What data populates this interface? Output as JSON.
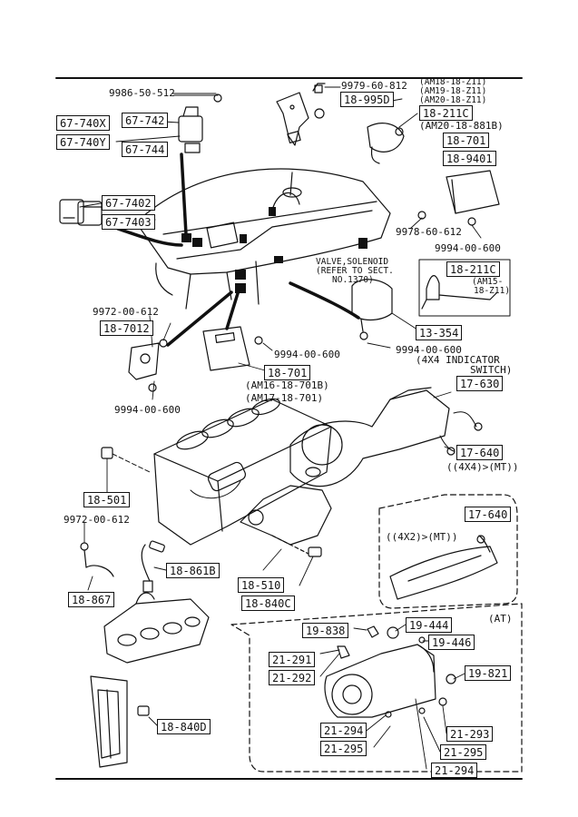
{
  "labels": {
    "p9986_50_512": "9986-50-512",
    "p9979_60_812": "9979-60-812",
    "am18": "(AM18-18-Z11)",
    "am19": "(AM19-18-Z11)",
    "am20z": "(AM20-18-Z11)",
    "p18_995D": "18-995D",
    "p18_211C_top": "18-211C",
    "am20_881B": "(AM20-18-881B)",
    "p18_701_top": "18-701",
    "p18_9401": "18-9401",
    "p67_740X": "67-740X",
    "p67_742": "67-742",
    "p67_740Y": "67-740Y",
    "p67_744": "67-744",
    "p67_7402": "67-7402",
    "p67_7403": "67-7403",
    "p9978_60_612": "9978-60-612",
    "p9994_00_600_a": "9994-00-600",
    "valve_l1": "VALVE,SOLENOID",
    "valve_l2": "(REFER TO SECT.",
    "valve_l3": "NO.1370)",
    "p18_211C_mid": "18-211C",
    "am15_l1": "(AM15-",
    "am15_l2": "18-Z11)",
    "p13_354": "13-354",
    "p9972_00_612_a": "9972-00-612",
    "p18_7012": "18-7012",
    "p9994_00_600_b": "9994-00-600",
    "p9994_00_600_c": "9994-00-600",
    "indicator_l1": "(4X4 INDICATOR",
    "indicator_l2": "SWITCH)",
    "p18_701_mid": "18-701",
    "am16": "(AM16-18-701B)",
    "am17": "(AM17-18-701)",
    "p9994_00_600_d": "9994-00-600",
    "p17_630": "17-630",
    "p17_640_a": "17-640",
    "fourbyfour": "((4X4)>(MT))",
    "p18_501": "18-501",
    "p9972_00_612_b": "9972-00-612",
    "p17_640_b": "17-640",
    "fourbytwo": "((4X2)>(MT))",
    "p18_861B": "18-861B",
    "p18_867": "18-867",
    "p18_510": "18-510",
    "p18_840C": "18-840C",
    "at": "(AT)",
    "p19_838": "19-838",
    "p19_444": "19-444",
    "p19_446": "19-446",
    "p21_291": "21-291",
    "p21_292": "21-292",
    "p19_821": "19-821",
    "p18_840D": "18-840D",
    "p21_294_a": "21-294",
    "p21_293": "21-293",
    "p21_295_a": "21-295",
    "p21_295_b": "21-295",
    "p21_294_b": "21-294"
  }
}
